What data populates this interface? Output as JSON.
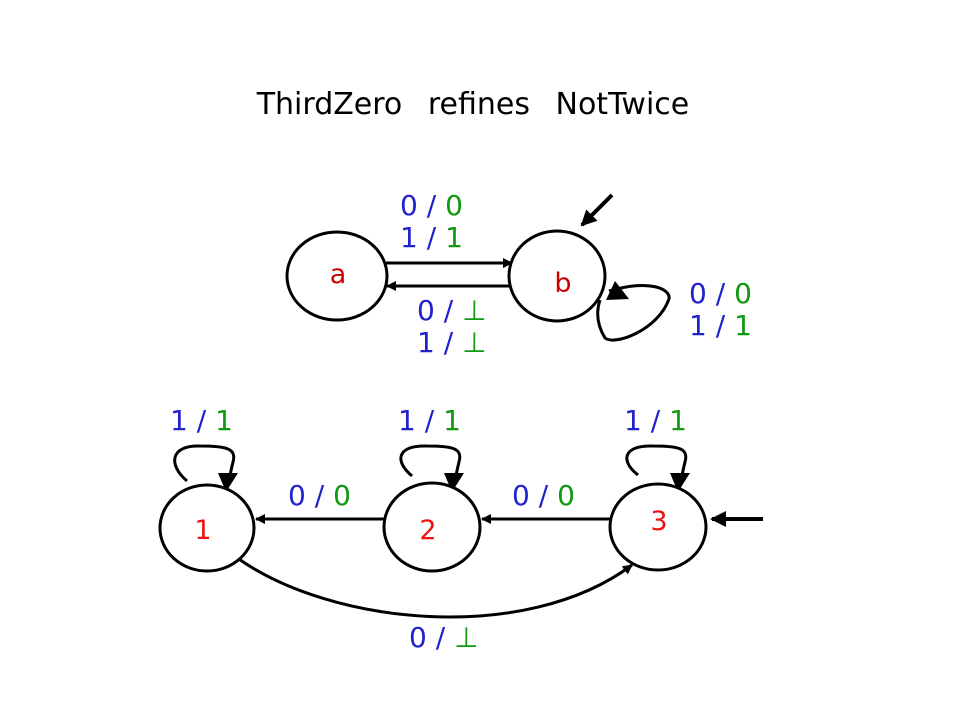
{
  "title": {
    "part1": "ThirdZero",
    "part2": "refines",
    "part3": "NotTwice"
  },
  "colors": {
    "input": "#2222cc",
    "output": "#119911",
    "state_top": "#cc0000",
    "state_bottom": "#ee1111",
    "line": "#000000"
  },
  "top_machine": {
    "states": [
      "a",
      "b"
    ],
    "edge_a_to_b": [
      {
        "input": "0",
        "sep": " / ",
        "output": "0"
      },
      {
        "input": "1",
        "sep": " / ",
        "output": "1"
      }
    ],
    "edge_b_to_a": [
      {
        "input": "0",
        "sep": " / ",
        "output": "⊥"
      },
      {
        "input": "1",
        "sep": " / ",
        "output": "⊥"
      }
    ],
    "self_loop_b": [
      {
        "input": "0",
        "sep": " / ",
        "output": "0"
      },
      {
        "input": "1",
        "sep": " / ",
        "output": "1"
      }
    ]
  },
  "bottom_machine": {
    "states": [
      "1",
      "2",
      "3"
    ],
    "self_loop_1": {
      "input": "1",
      "sep": " / ",
      "output": "1"
    },
    "self_loop_2": {
      "input": "1",
      "sep": " / ",
      "output": "1"
    },
    "self_loop_3": {
      "input": "1",
      "sep": " / ",
      "output": "1"
    },
    "edge_2_to_1": {
      "input": "0",
      "sep": " / ",
      "output": "0"
    },
    "edge_3_to_2": {
      "input": "0",
      "sep": " / ",
      "output": "0"
    },
    "edge_1_to_3": {
      "input": "0",
      "sep": " / ",
      "output": "⊥"
    }
  }
}
